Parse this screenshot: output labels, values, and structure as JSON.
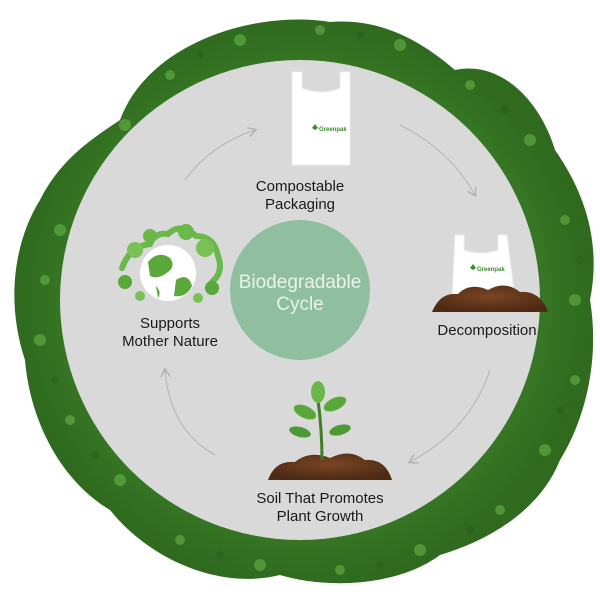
{
  "center": {
    "line1": "Biodegradable",
    "line2": "Cycle"
  },
  "steps": [
    {
      "line1": "Compostable",
      "line2": "Packaging",
      "icon": "shopping-bag-icon"
    },
    {
      "line1": "Decomposition",
      "line2": "",
      "icon": "bag-in-soil-icon"
    },
    {
      "line1": "Soil That Promotes",
      "line2": "Plant Growth",
      "icon": "sprout-icon"
    },
    {
      "line1": "Supports",
      "line2": "Mother Nature",
      "icon": "green-earth-icon"
    }
  ],
  "brand": {
    "name": "Greenpak"
  },
  "colors": {
    "foliage": "#3f8a2c",
    "disc": "#d9d9d9",
    "center_circle": "#8fbf9e",
    "soil": "#6b3a1f",
    "leaf": "#5aa83a",
    "arrow": "#b8b8b8"
  }
}
